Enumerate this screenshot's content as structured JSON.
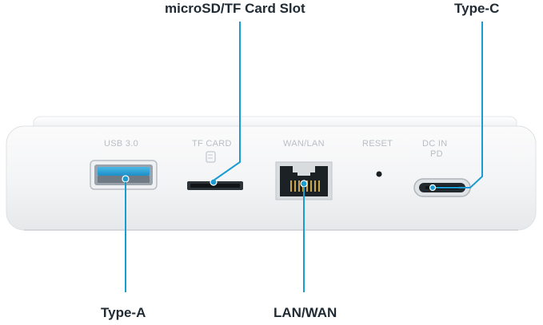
{
  "callouts": {
    "tf_slot": "microSD/TF Card Slot",
    "type_c": "Type-C",
    "type_a": "Type-A",
    "lan_wan": "LAN/WAN"
  },
  "device_labels": {
    "usb": "USB 3.0",
    "tf_card": "TF CARD",
    "wan_lan": "WAN/LAN",
    "reset": "RESET",
    "dc_in_line1": "DC IN",
    "dc_in_line2": "PD"
  },
  "colors": {
    "accent": "#1a9bd2",
    "device_body": "#f5f6f7",
    "device_edge": "#dfe2e5",
    "callout_text": "#1f2a33",
    "port_label": "#b9bec3"
  }
}
